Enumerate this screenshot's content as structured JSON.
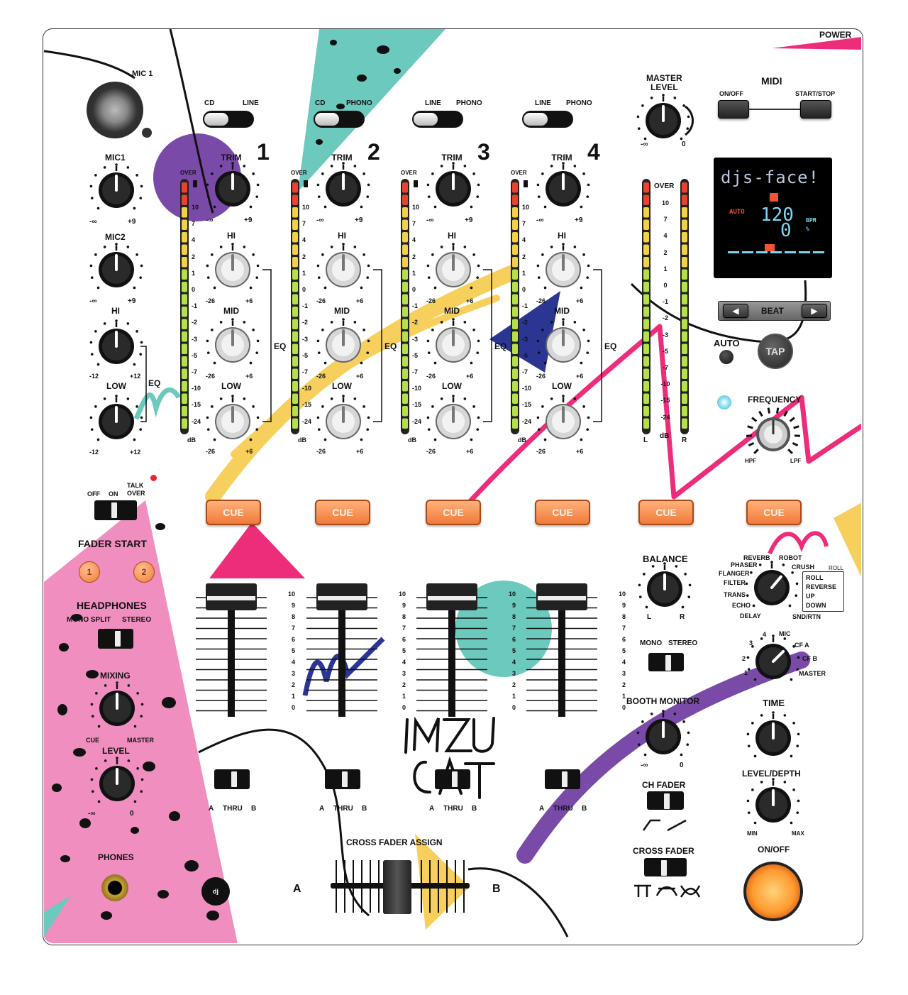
{
  "power": {
    "label": "POWER"
  },
  "mic1": {
    "label": "MIC 1"
  },
  "mic_knobs": {
    "mic1": "MIC1",
    "mic2": "MIC2",
    "hi": "HI",
    "low": "LOW",
    "eq": "EQ",
    "min_inf": "-∞",
    "plus9": "+9",
    "minus12": "-12",
    "plus12": "+12"
  },
  "channels": [
    {
      "num": "1",
      "src_a": "CD",
      "src_b": "LINE"
    },
    {
      "num": "2",
      "src_a": "CD",
      "src_b": "PHONO"
    },
    {
      "num": "3",
      "src_a": "LINE",
      "src_b": "PHONO"
    },
    {
      "num": "4",
      "src_a": "LINE",
      "src_b": "PHONO"
    }
  ],
  "ch_labels": {
    "trim": "TRIM",
    "hi": "HI",
    "mid": "MID",
    "low": "LOW",
    "eq": "EQ",
    "over": "OVER",
    "min_inf": "-∞",
    "plus9": "+9",
    "minus26": "-26",
    "plus6": "+6",
    "db": "dB"
  },
  "meter_scale": [
    "10",
    "7",
    "4",
    "2",
    "1",
    "0",
    "-1",
    "-2",
    "-3",
    "-5",
    "-7",
    "-10",
    "-15",
    "-24"
  ],
  "master_meter": {
    "over": "OVER",
    "db": "dB",
    "l": "L",
    "r": "R"
  },
  "master_level": {
    "label_1": "MASTER",
    "label_2": "LEVEL",
    "min": "-∞",
    "max": "0"
  },
  "midi": {
    "title": "MIDI",
    "onoff": "ON/OFF",
    "startstop": "START/STOP"
  },
  "display": {
    "brand": "djs-face!",
    "auto": "AUTO",
    "bpm": "120",
    "bpm_unit": "BPM",
    "pct": "0",
    "pct_unit": "%"
  },
  "beat": {
    "label": "BEAT",
    "left": "◀",
    "right": "▶"
  },
  "auto_btn": {
    "label": "AUTO"
  },
  "tap": {
    "label": "TAP"
  },
  "frequency": {
    "label": "FREQUENCY",
    "hpf": "HPF",
    "lpf": "LPF"
  },
  "cue_labels": [
    "CUE",
    "CUE",
    "CUE",
    "CUE",
    "CUE",
    "CUE"
  ],
  "talkover": {
    "off": "OFF",
    "on": "ON",
    "talk": "TALK",
    "over": "OVER"
  },
  "fader_start": {
    "label": "FADER START",
    "b1": "1",
    "b2": "2"
  },
  "headphones": {
    "label": "HEADPHONES",
    "mono": "MONO SPLIT",
    "stereo": "STEREO",
    "mixing": "MIXING",
    "cue": "CUE",
    "master": "MASTER",
    "level": "LEVEL",
    "min": "-∞",
    "max": "0",
    "phones": "PHONES"
  },
  "fader_scale": [
    "10",
    "9",
    "8",
    "7",
    "6",
    "5",
    "4",
    "3",
    "2",
    "1",
    "0"
  ],
  "assign": {
    "a": "A",
    "thru": "THRU",
    "b": "B"
  },
  "crossfader_assign": {
    "label": "CROSS FADER ASSIGN",
    "a": "A",
    "b": "B"
  },
  "balance": {
    "label": "BALANCE",
    "l": "L",
    "r": "R"
  },
  "effects": {
    "reverb": "REVERB",
    "robot": "ROBOT",
    "phaser": "PHASER",
    "crush": "CRUSH",
    "flanger": "FLANGER",
    "roll_head": "ROLL",
    "filter": "FILTER",
    "trans": "TRANS",
    "echo": "ECHO",
    "delay": "DELAY",
    "sndrtn": "SND/RTN",
    "roll_items": [
      "ROLL",
      "REVERSE",
      "UP",
      "DOWN"
    ]
  },
  "mono_stereo": {
    "mono": "MONO",
    "stereo": "STEREO"
  },
  "fx_select": {
    "n1": "1",
    "n2": "2",
    "n3": "3",
    "n4": "4",
    "mic": "MIC",
    "cfa": "CF A",
    "cfb": "CF B",
    "master": "MASTER"
  },
  "booth": {
    "label": "BOOTH MONITOR",
    "min": "-∞",
    "max": "0"
  },
  "time": {
    "label": "TIME"
  },
  "level_depth": {
    "label": "LEVEL/DEPTH",
    "min": "MIN",
    "max": "MAX"
  },
  "ch_fader": {
    "label": "CH FADER"
  },
  "cross_fader": {
    "label": "CROSS FADER"
  },
  "fx_onoff": {
    "label": "ON/OFF"
  },
  "colors": {
    "pink": "#ee2d7a",
    "teal": "#6cc9bd",
    "purple": "#7a4aa8",
    "yellow": "#f7cf5c",
    "navy": "#2b3592",
    "pale_pink": "#f08fbf",
    "cue_orange": "#f5894a"
  }
}
